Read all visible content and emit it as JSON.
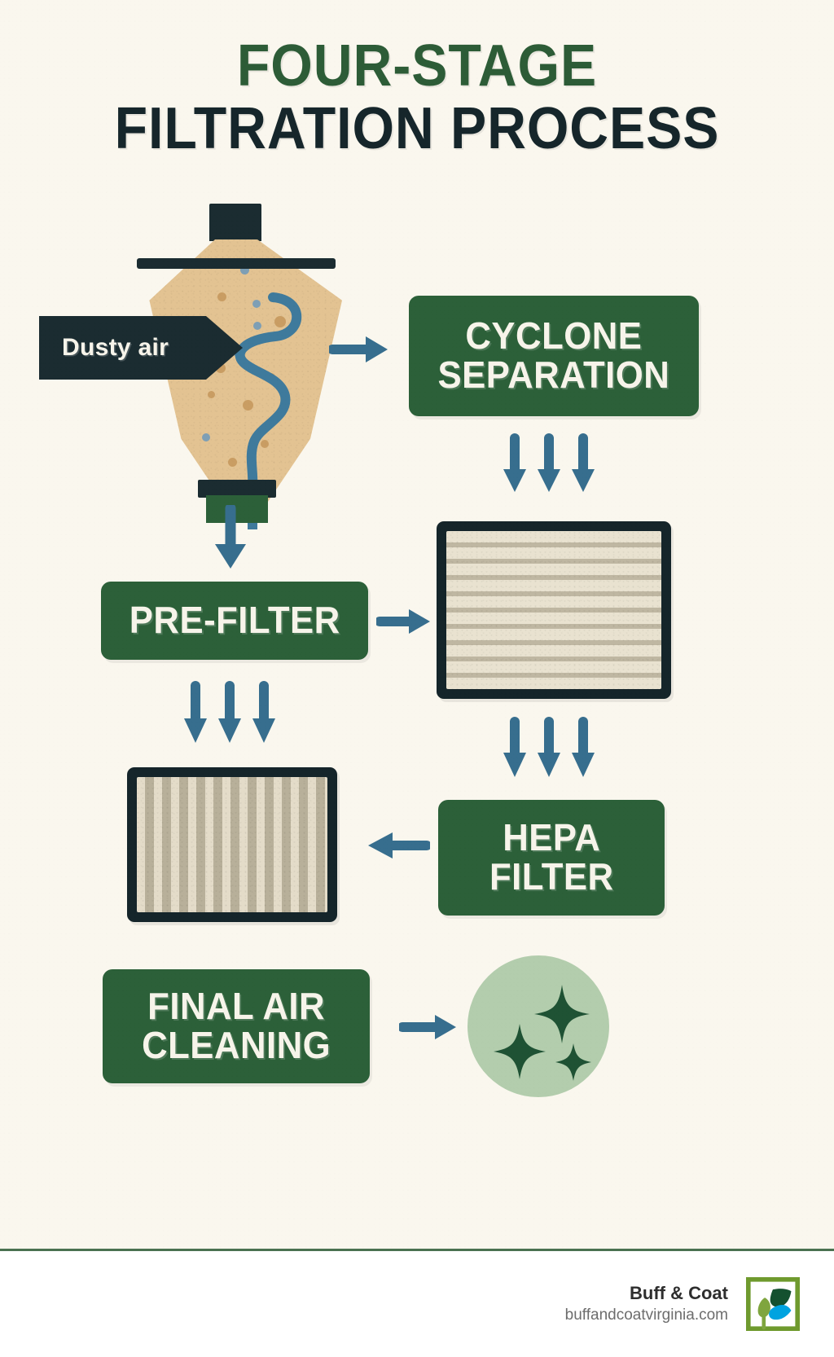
{
  "poster": {
    "background_color": "#faf7ee",
    "title_line_1": "FOUR-STAGE",
    "title_line_2": "FILTRATION PROCESS",
    "title_color_1": "#2d5c37",
    "title_color_2": "#16262b"
  },
  "colors": {
    "green_box": "#2c6039",
    "box_text": "#f7f4ea",
    "arrow_blue": "#376e8e",
    "dark_navy": "#1b2c31",
    "cyclone_body": "#e3c392",
    "dust_tan": "#c99d63",
    "dust_blue": "#7e9fb5",
    "filter_frame": "#15252a",
    "filter_media_light": "#e9e2d0",
    "filter_media_dark": "#bfb7a2",
    "clean_circle": "#b3cdad",
    "sparkle": "#1f5234",
    "footer_divider": "#4a7150",
    "logo_frame": "#6f9a2e",
    "logo_leaf_dark": "#14512f",
    "logo_leaf_light": "#7fa53f",
    "logo_leaf_blue": "#00a3e0"
  },
  "stages": [
    {
      "id": "cyclone",
      "label": "CYCLONE SEPARATION",
      "label_lines": [
        "CYCLONE",
        "SEPARATION"
      ]
    },
    {
      "id": "prefilter",
      "label": "PRE-FILTER",
      "label_lines": [
        "PRE-FILTER"
      ]
    },
    {
      "id": "hepa",
      "label": "HEPA FILTER",
      "label_lines": [
        "HEPA",
        "FILTER"
      ]
    },
    {
      "id": "final",
      "label": "FINAL AIR CLEANING",
      "label_lines": [
        "FINAL AIR",
        "CLEANING"
      ]
    }
  ],
  "annotations": {
    "dusty_air": "Dusty air"
  },
  "illustrations": {
    "cyclone": "cyclone-separator",
    "hepa_filter_panel": "pleated-filter-horizontal",
    "pre_filter_panel": "pleated-filter-vertical",
    "clean_air": "clean-air-sparkle-circle"
  },
  "arrows": {
    "cyclone_to_box": "arrow-right",
    "cyclone_to_prefilter": "arrow-down",
    "prefilter_to_hepa_panel": "arrow-right",
    "cyclone_box_to_hepa_panel": "triple-arrow-down",
    "prefilter_to_prefilter_panel": "triple-arrow-down",
    "hepa_panel_to_hepa_box": "triple-arrow-down",
    "hepa_box_to_panel": "arrow-left",
    "final_to_clean": "arrow-right"
  },
  "footer": {
    "brand": "Buff & Coat",
    "url": "buffandcoatvirginia.com",
    "logo": "leaf-square-logo"
  }
}
